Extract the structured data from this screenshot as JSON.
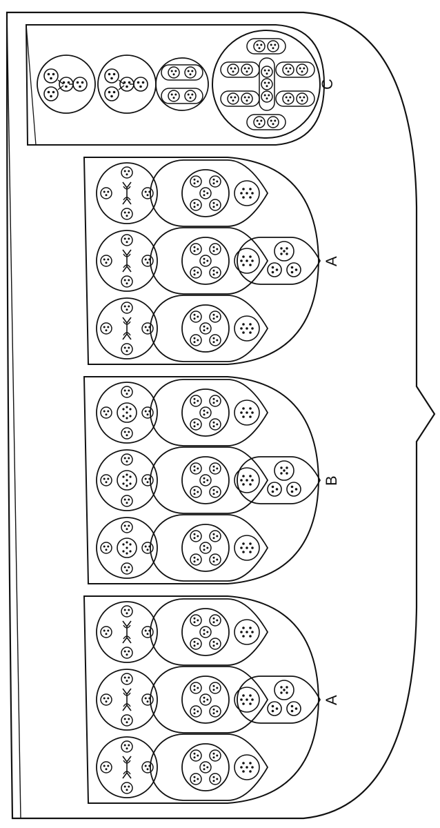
{
  "figure": {
    "ink_color": "#111111",
    "paper_color": "#ffffff"
  },
  "panels": [
    {
      "id": "A-top",
      "label": "A",
      "niches": 3,
      "center_motif": "lozenge-cross",
      "has_small_shield": true
    },
    {
      "id": "B",
      "label": "B",
      "niches": 3,
      "center_motif": "dotted-boss",
      "has_small_shield": true
    },
    {
      "id": "A-bottom",
      "label": "A",
      "niches": 3,
      "center_motif": "lozenge-cross",
      "has_small_shield": true
    },
    {
      "id": "C",
      "label": "C",
      "circles": [
        "trefoil-rosette",
        "trefoil-rosette",
        "double-mandorla",
        "rose-window"
      ]
    }
  ]
}
